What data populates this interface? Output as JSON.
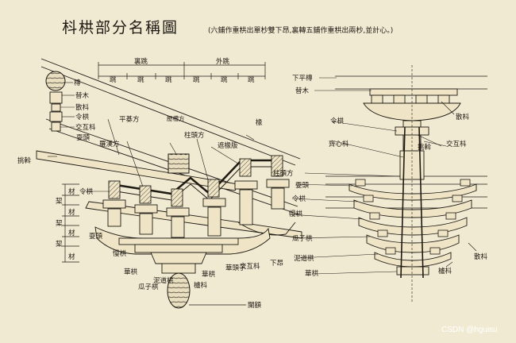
{
  "title": "枓栱部分名稱圖",
  "subtitle": "(六鋪作重栱出單杪雙下昂,裏轉五鋪作重栱出兩杪,並計心。)",
  "watermark": "CSDN @hguisu",
  "dimensions": {
    "li_tiao": "裏跳",
    "wai_tiao": "外跳",
    "tiao_labels": [
      "跳",
      "跳",
      "跳",
      "跳",
      "跳",
      "跳"
    ]
  },
  "left_labels": {
    "tuan": "槫",
    "ti_mu": "替木",
    "san_dou_1": "散枓",
    "ling_gong_1": "令栱",
    "jiao_hu_dou_1": "交互枓",
    "shua_tou": "耍頭",
    "luo_han_fang": "羅漢方",
    "ping_qi_fang": "平棊方",
    "ya_cao_fang": "壓槽方",
    "zhu_tou_fang": "柱頭方",
    "chuan": "椽",
    "zhe_chuan_ban": "遮椽版",
    "tiao_wo": "挑斡",
    "ling_gong_2": "令栱",
    "cai_labels": [
      "材",
      "栔",
      "材",
      "栔",
      "材",
      "栔",
      "材"
    ],
    "shua_tou_2": "耍頭",
    "man_gong": "慢栱",
    "hua_gong": "華栱",
    "gua_zi_gong": "瓜子栱",
    "ni_dao_gong": "泥道栱",
    "lu_dou": "櫨枓",
    "hua_gong_2": "華栱",
    "hua_tou_zi": "華頭子",
    "jiao_hu_dou_2": "交互枓",
    "xia_ang": "下昂",
    "lan_e": "闌額"
  },
  "right_labels": {
    "xia_ping_tuan": "下平槫",
    "ti_mu": "替木",
    "san_dou": "散枓",
    "ling_gong": "令栱",
    "qi_xin_dou": "齊心枓",
    "tiao_wo": "挑斡",
    "jiao_hu_dou": "交互枓",
    "zhu_tou_fang": "柱頭方",
    "shua_tou": "耍頭",
    "ling_gong_2": "令栱",
    "man_gong": "慢栱",
    "gua_zi_gong": "瓜子栱",
    "ni_dao_gong": "泥道栱",
    "hua_gong": "華栱",
    "lu_dou": "櫨枓",
    "san_dou_2": "散枓"
  }
}
